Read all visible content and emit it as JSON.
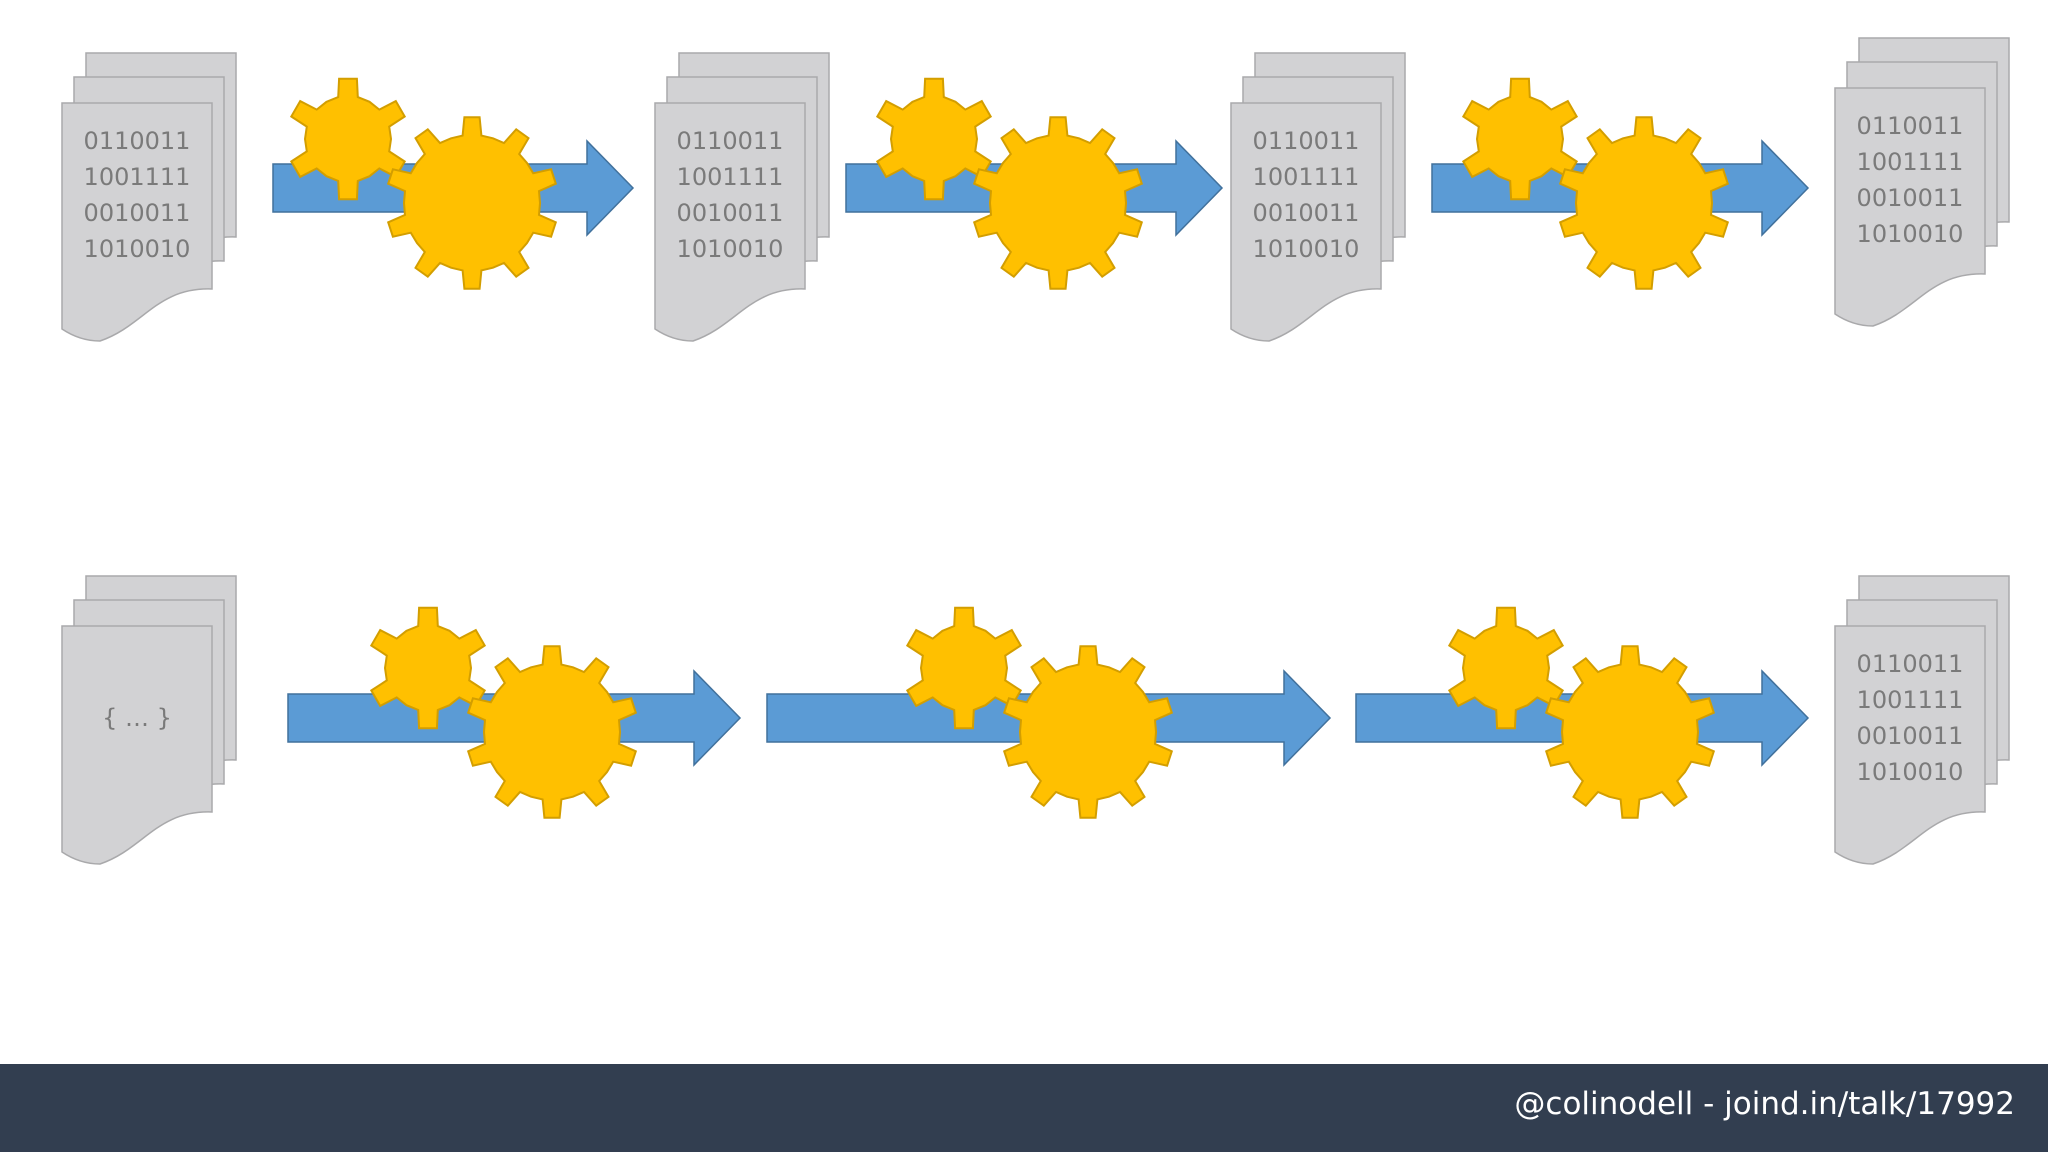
{
  "diagram": {
    "top_row": {
      "documents": [
        {
          "lines": [
            "0110011",
            "1001111",
            "0010011",
            "1010010"
          ]
        },
        {
          "lines": [
            "0110011",
            "1001111",
            "0010011",
            "1010010"
          ]
        },
        {
          "lines": [
            "0110011",
            "1001111",
            "0010011",
            "1010010"
          ]
        },
        {
          "lines": [
            "0110011",
            "1001111",
            "0010011",
            "1010010"
          ]
        }
      ]
    },
    "bottom_row": {
      "documents": [
        {
          "lines": [
            "{ … }"
          ]
        },
        {
          "lines": [
            "0110011",
            "1001111",
            "0010011",
            "1010010"
          ]
        }
      ]
    }
  },
  "colors": {
    "document_fill": "#d2d2d4",
    "document_stroke": "#a9a9ab",
    "arrow_fill": "#5b9bd5",
    "arrow_stroke": "#41719c",
    "gear_fill": "#ffc000",
    "gear_stroke": "#d39e00",
    "footer_bg": "#323e50"
  },
  "footer": {
    "credit": "@colinodell - joind.in/talk/17992"
  }
}
